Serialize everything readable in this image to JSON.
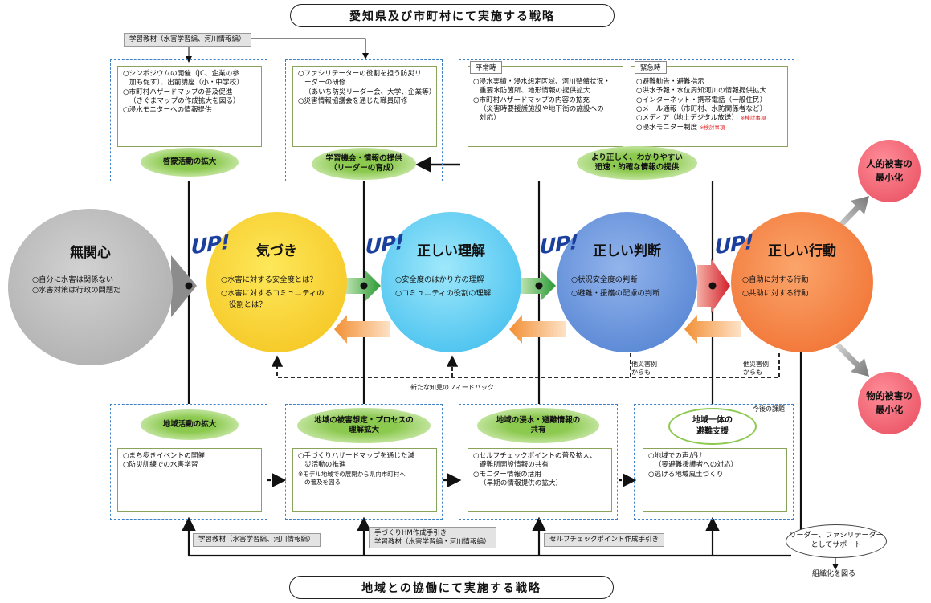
{
  "top_title": "愛知県及び市町村にて実施する戦略",
  "bottom_title": "地域との協働にて実施する戦略",
  "top_material_label": "学習教材（水害学習編、河川情報編）",
  "top_boxes": {
    "box1": {
      "items": [
        "○シンポジウムの開催（JC、企業の参",
        "加も促す）、出前講座（小・中学校）",
        "○市町村ハザードマップの普及促進",
        "（きぐまマップの作成拡大を図る）",
        "○浸水モニターへの情報提供"
      ],
      "label": "啓蒙活動の拡大"
    },
    "box2": {
      "items": [
        "○ファシリテーターの役割を担う防災リ",
        "ーダーの研修",
        "（あいち防災リーダー会、大学、企業等）",
        "○災害情報協議会を通じた職員研修"
      ],
      "label_line1": "学習機会・情報の提供",
      "label_line2": "（リーダーの育成）"
    },
    "box3": {
      "normal_head": "平常時",
      "normal_items": [
        "○浸水実績・浸水想定区域、河川整備状況・",
        "重要水防箇所、地形情報の提供拡大",
        "○市町村ハザードマップの内容の拡充",
        "（災害時要援護施設や地下街の施設への",
        "対応）"
      ],
      "emergency_head": "緊急時",
      "emergency_items": [
        "○避難勧告・避難指示",
        "○洪水予報・水位周知河川の情報提供拡大",
        "○インターネット・携帯電話（一般住民）",
        "○メール通報（市町村、水防関係者など）",
        "○メディア（地上デジタル放送）",
        "○浸水モニター制度"
      ],
      "note": "※検討事項",
      "label_line1": "より正しく、わかりやすい",
      "label_line2": "迅速・的確な情報の提供"
    }
  },
  "circles": [
    {
      "title": "無関心",
      "items": [
        "○自分に水害は関係ない",
        "○水害対策は行政の問題だ"
      ]
    },
    {
      "title": "気づき",
      "items": [
        "○水害に対する安全度とは？",
        "○水害に対するコミュニティの",
        "役割とは？"
      ]
    },
    {
      "title": "正しい理解",
      "items": [
        "○安全度のはかり方の理解",
        "○コミュニティの役割の理解"
      ]
    },
    {
      "title": "正しい判断",
      "items": [
        "○状況安全度の判断",
        "○避難・援護の配慮の判断"
      ]
    },
    {
      "title": "正しい行動",
      "items": [
        "○自助に対する行動",
        "○共助に対する行動"
      ]
    }
  ],
  "up_label": "UP!",
  "outcome_human": [
    "人的被害の",
    "最小化"
  ],
  "outcome_property": [
    "物的被害の",
    "最小化"
  ],
  "other_disaster": [
    "他災害例",
    "からも"
  ],
  "feedback_label": "新たな知見のフィードバック",
  "bottom_boxes": {
    "box1": {
      "label": "地域活動の拡大",
      "items": [
        "○まち歩きイベントの開催",
        "○防災訓練での水害学習"
      ]
    },
    "box2": {
      "label_line1": "地域の被害想定・プロセスの",
      "label_line2": "理解拡大",
      "items": [
        "○手づくりハザードマップを通じた減",
        "災活動の推進"
      ],
      "note": [
        "※モデル地域での展開から県内市町村へ",
        "の普及を図る"
      ]
    },
    "box3": {
      "label_line1": "地域の浸水・避難情報の",
      "label_line2": "共有",
      "items": [
        "○セルフチェックポイントの普及拡大、",
        "避難所開設情報の共有",
        "○モニター情報の活用",
        "（早期の情報提供の拡大）"
      ]
    },
    "box4": {
      "tag": "今後の課題",
      "label_line1": "地域一体の",
      "label_line2": "避難支援",
      "items": [
        "○地域での声がけ",
        "（要避難援護者への対応）",
        "○逃げる地域風土づくり"
      ]
    }
  },
  "bottom_labels": {
    "material": "学習教材（水害学習編、河川情報編）",
    "hm_line1": "手づくりHM作成手引き",
    "hm_line2": "学習教材（水害学習編・河川情報編）",
    "selfcheck": "セルフチェックポイント作成手引き",
    "leader_line1": "リーダー、ファシリテーター",
    "leader_line2": "としてサポート",
    "org": "組織化を図る"
  }
}
